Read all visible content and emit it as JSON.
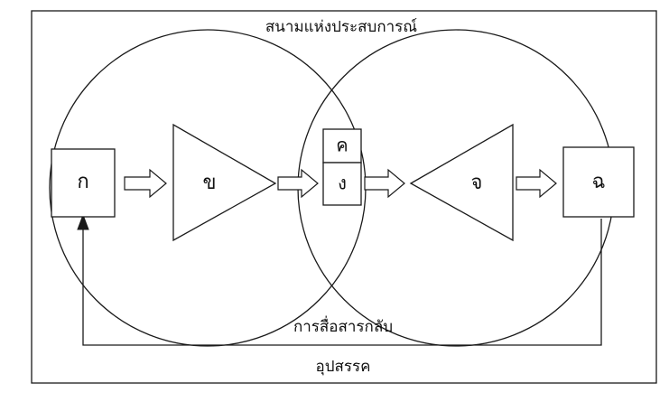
{
  "diagram": {
    "field_of_experience": "สนามแห่งประสบการณ์",
    "feedback": "การสื่อสารกลับ",
    "obstacle": "อุปสรรค",
    "nodes": {
      "ko": "ก",
      "kho": "ข",
      "kho_khwai": "ค",
      "ngo": "ง",
      "cho": "จ",
      "cho_ching": "ฉ"
    },
    "colors": {
      "line": "#1a1a1a",
      "background": "#ffffff"
    }
  }
}
